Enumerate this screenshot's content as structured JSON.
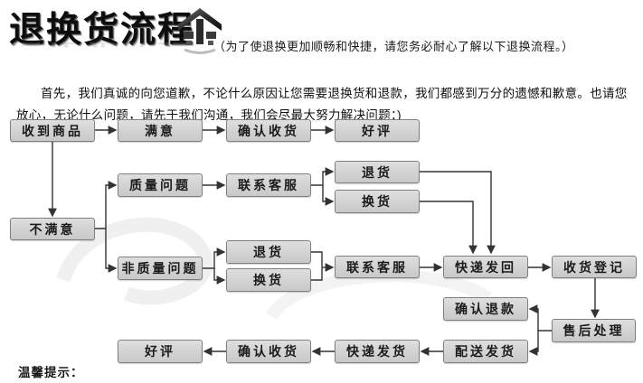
{
  "header": {
    "title": "退换货流程",
    "subtitle": "（为了使退换更加顺畅和快捷，请您务必耐心了解以下退换流程。）",
    "logo_icon": "house-arrow-icon"
  },
  "intro": {
    "text": "首先，我们真诚的向您道歉，不论什么原因让您需要退换货和退款，我们都感到万分的遗憾和歉意。也请您放心，无论什么问题，请先于我们沟通，我们会尽最大努力解决问题：)"
  },
  "flowchart": {
    "nodes": {
      "received": "收到商品",
      "satisfied": "满意",
      "confirm_receipt_top": "确认收货",
      "good_review_top": "好评",
      "quality_issue": "质量问题",
      "contact_service_quality": "联系客服",
      "return_quality": "退货",
      "exchange_quality": "换货",
      "unsatisfied": "不满意",
      "non_quality_issue": "非质量问题",
      "return_non_quality": "退货",
      "exchange_non_quality": "换货",
      "contact_service_non_quality": "联系客服",
      "express_return": "快递发回",
      "receipt_register": "收货登记",
      "confirm_refund": "确认退款",
      "after_sales": "售后处理",
      "dispatch_goods": "配送发货",
      "express_delivery": "快递发货",
      "confirm_receipt_bottom": "确认收货",
      "good_review_bottom": "好评"
    }
  },
  "footer": {
    "tips_label": "温馨提示："
  },
  "colors": {
    "title_color": "#0d0d0d",
    "box_fill": "#d2d2d2",
    "box_border": "#7f7f7f",
    "line_color": "#333333"
  }
}
